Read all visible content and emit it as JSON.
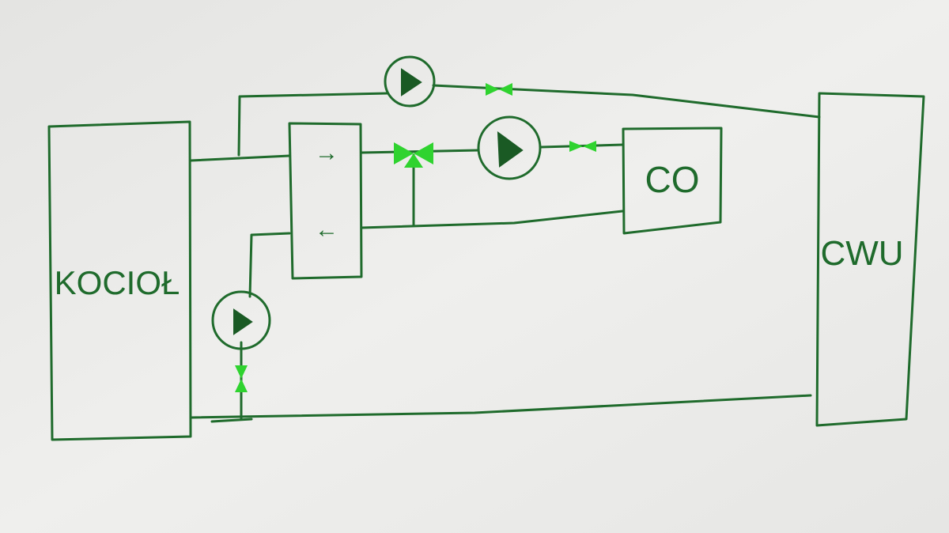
{
  "diagram": {
    "components": {
      "boiler": {
        "label": "KOCIOŁ"
      },
      "heating": {
        "label": "CO"
      },
      "hot_water": {
        "label": "CWU"
      },
      "mixing_box": {
        "arrow_supply": "→",
        "arrow_return": "←"
      }
    },
    "colors": {
      "ink": "#1f6b2c",
      "valve": "#2fd32f",
      "paper": "#e9e9e7"
    }
  }
}
